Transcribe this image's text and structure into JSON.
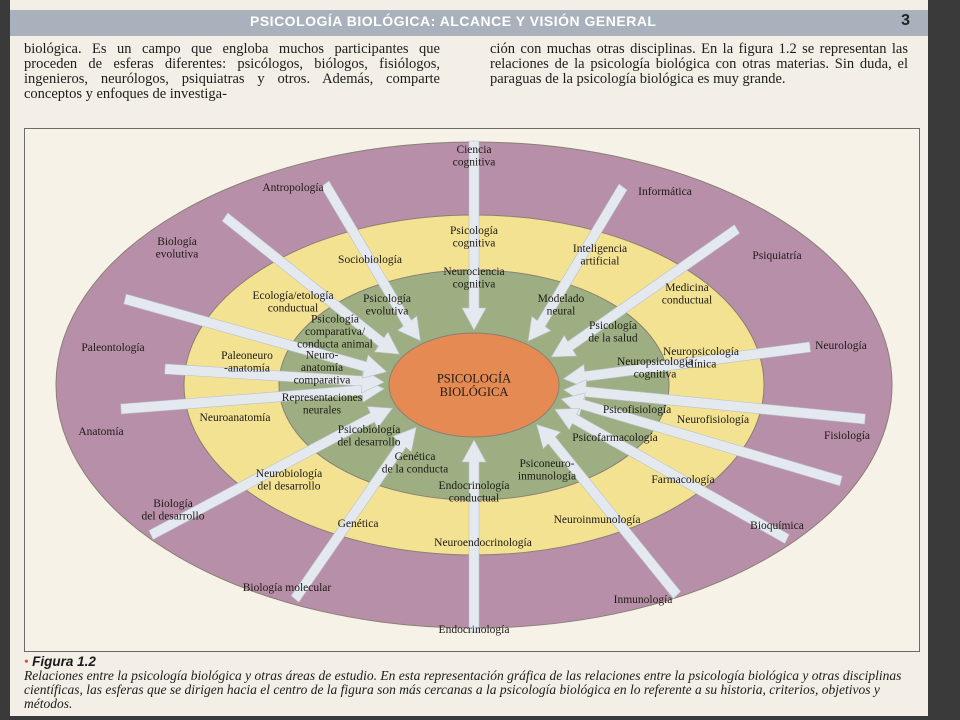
{
  "header": {
    "running_title": "PSICOLOGÍA BIOLÓGICA: ALCANCE Y VISIÓN GENERAL",
    "page_number": "3"
  },
  "body": {
    "left_column": "biológica. Es un campo que engloba muchos participantes que proceden de esferas diferentes: psicólogos, biólogos, fisiólogos, ingenieros, neurólogos, psiquiatras y otros. Además, comparte conceptos y enfoques de investiga-",
    "right_column": "ción con muchas otras disciplinas. En la figura 1.2 se representan las relaciones de la psicología biológica con otras materias. Sin duda, el paraguas de la psicología biológica es muy grande."
  },
  "figure": {
    "center": [
      "PSICOLOGÍA",
      "BIOLÓGICA"
    ],
    "green_ring": [
      [
        "Neurociencia",
        "cognitiva"
      ],
      [
        "Psicología",
        "evolutiva"
      ],
      [
        "Modelado",
        "neural"
      ],
      [
        "Psicología",
        "comparativa/",
        "conducta animal"
      ],
      [
        "Psicología",
        "de la salud"
      ],
      [
        "Neuro-",
        "anatomía",
        "comparativa"
      ],
      [
        "Neuropsicología",
        "cognitiva"
      ],
      [
        "Representaciones",
        "neurales"
      ],
      [
        "Psicofisiología"
      ],
      [
        "Psicobiología",
        "del desarrollo"
      ],
      [
        "Psicofarmacología"
      ],
      [
        "Genética",
        "de la conducta"
      ],
      [
        "Psiconeuro-",
        "inmunología"
      ],
      [
        "Endocrinología",
        "conductual"
      ]
    ],
    "yellow_ring": [
      [
        "Psicología",
        "cognitiva"
      ],
      [
        "Sociobiología"
      ],
      [
        "Inteligencia",
        "artificial"
      ],
      [
        "Ecología/etología",
        "conductual"
      ],
      [
        "Medicina",
        "conductual"
      ],
      [
        "Paleoneuro",
        "-anatomía"
      ],
      [
        "Neuropsicología",
        "clínica"
      ],
      [
        "Neuroanatomía"
      ],
      [
        "Neurofisiología"
      ],
      [
        "Neurobiología",
        "del desarrollo"
      ],
      [
        "Farmacología"
      ],
      [
        "Genética"
      ],
      [
        "Neuroinmunología"
      ],
      [
        "Neuroendocrinología"
      ]
    ],
    "purple_ring": [
      [
        "Ciencia",
        "cognitiva"
      ],
      [
        "Antropología"
      ],
      [
        "Informática"
      ],
      [
        "Biología",
        "evolutiva"
      ],
      [
        "Psiquiatría"
      ],
      [
        "Paleontología"
      ],
      [
        "Neurología"
      ],
      [
        "Anatomía"
      ],
      [
        "Fisiología"
      ],
      [
        "Biología",
        "del desarrollo"
      ],
      [
        "Bioquímica"
      ],
      [
        "Biología molecular"
      ],
      [
        "Inmunología"
      ],
      [
        "Endocrinología"
      ]
    ],
    "colors": {
      "center": "#e48a52",
      "green": "#9daf82",
      "yellow": "#f3e291",
      "purple": "#b88fa9",
      "arrow": "#e4e9ef"
    }
  },
  "caption": {
    "bullet": "•",
    "label": "Figura 1.2",
    "text": "Relaciones entre la psicología biológica y otras áreas de estudio. En esta representación gráfica de las relaciones entre la psicología biológica y otras disciplinas científicas, las esferas que se dirigen hacia el centro de la figura son más cercanas a la psicología biológica en lo referente a su historia, criterios, objetivos y métodos."
  }
}
